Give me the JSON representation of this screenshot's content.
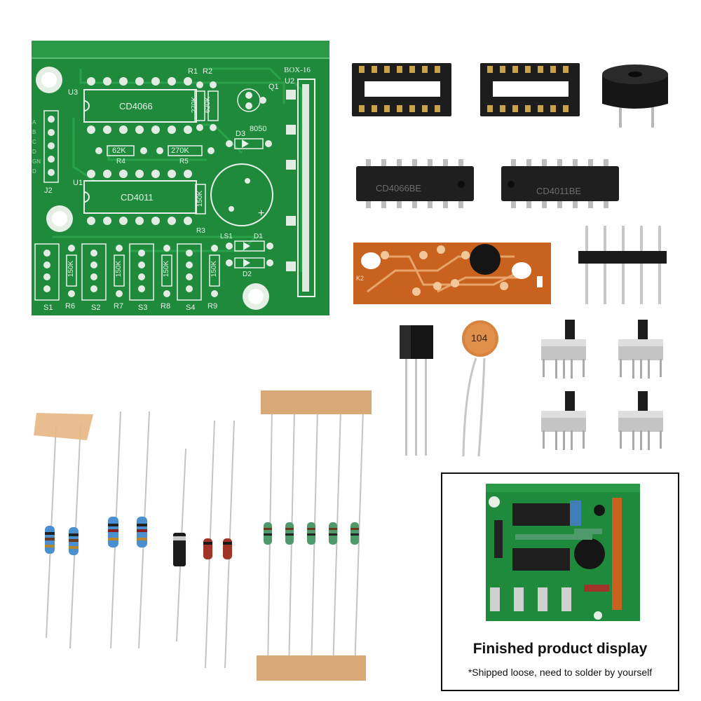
{
  "pcb": {
    "board_name": "BOX-16",
    "u3_label": "U3",
    "u3_chip": "CD4066",
    "u1_label": "U1",
    "u1_chip": "CD4011",
    "u2_label": "U2",
    "q1_label": "Q1",
    "q1_part": "8050",
    "d3_label": "D3",
    "r1_label": "R1",
    "r2_label": "R2",
    "r1_value": "270K",
    "r2_value": "620K",
    "r4_label": "R4",
    "r4_value": "62K",
    "r5_label": "R5",
    "r5_value": "270K",
    "r3_label": "R3",
    "r3_value": "150K",
    "j2_label": "J2",
    "j2_pins": "A B C D GND",
    "ls1_label": "LS1",
    "d1_label": "D1",
    "d2_label": "D2",
    "plus_sign": "+",
    "bottom_values": [
      "150K",
      "150K",
      "150K",
      "150K"
    ],
    "bottom_labels": [
      "S1",
      "R6",
      "S2",
      "R7",
      "S3",
      "R8",
      "S4",
      "R9"
    ]
  },
  "chips": {
    "chip1": "CD4066BE",
    "chip2": "CD4011BE"
  },
  "module": {
    "label": "K2"
  },
  "capacitor": {
    "code": "104"
  },
  "caption": {
    "title": "Finished product display",
    "note": "*Shipped loose, need to solder by yourself"
  },
  "colors": {
    "pcb_green": "#1f8a3c",
    "pcb_trace": "#27a04a",
    "silk": "#e8f2ea",
    "chip_black": "#1b1b1b",
    "module_orange": "#c8621e",
    "paper_tape": "#d9a877"
  }
}
